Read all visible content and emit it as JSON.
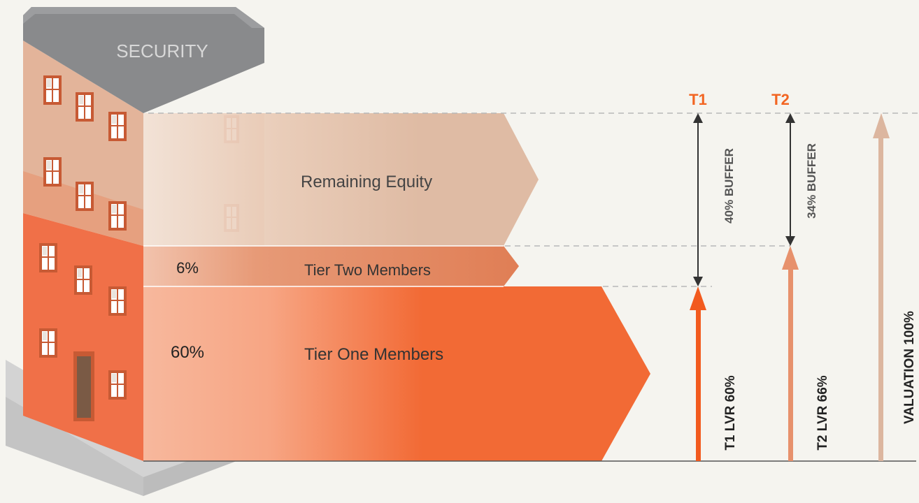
{
  "building": {
    "roof_label": "SECURITY"
  },
  "bands": {
    "equity": {
      "label": "Remaining Equity"
    },
    "tier_two": {
      "label": "Tier Two Members",
      "percent": "6%"
    },
    "tier_one": {
      "label": "Tier One Members",
      "percent": "60%"
    }
  },
  "columns": {
    "t1": {
      "header": "T1",
      "buffer_label": "40% BUFFER",
      "lvr_label": "T1 LVR 60%"
    },
    "t2": {
      "header": "T2",
      "buffer_label": "34% BUFFER",
      "lvr_label": "T2 LVR 66%"
    },
    "valuation": {
      "label": "VALUATION 100%"
    }
  },
  "colors": {
    "tier_one": "#f26a35",
    "tier_two": "#e3825a",
    "equity": "#ddb69d",
    "header_accent": "#f26522",
    "roof": "#8a8b8d",
    "text_dark": "#333333"
  }
}
